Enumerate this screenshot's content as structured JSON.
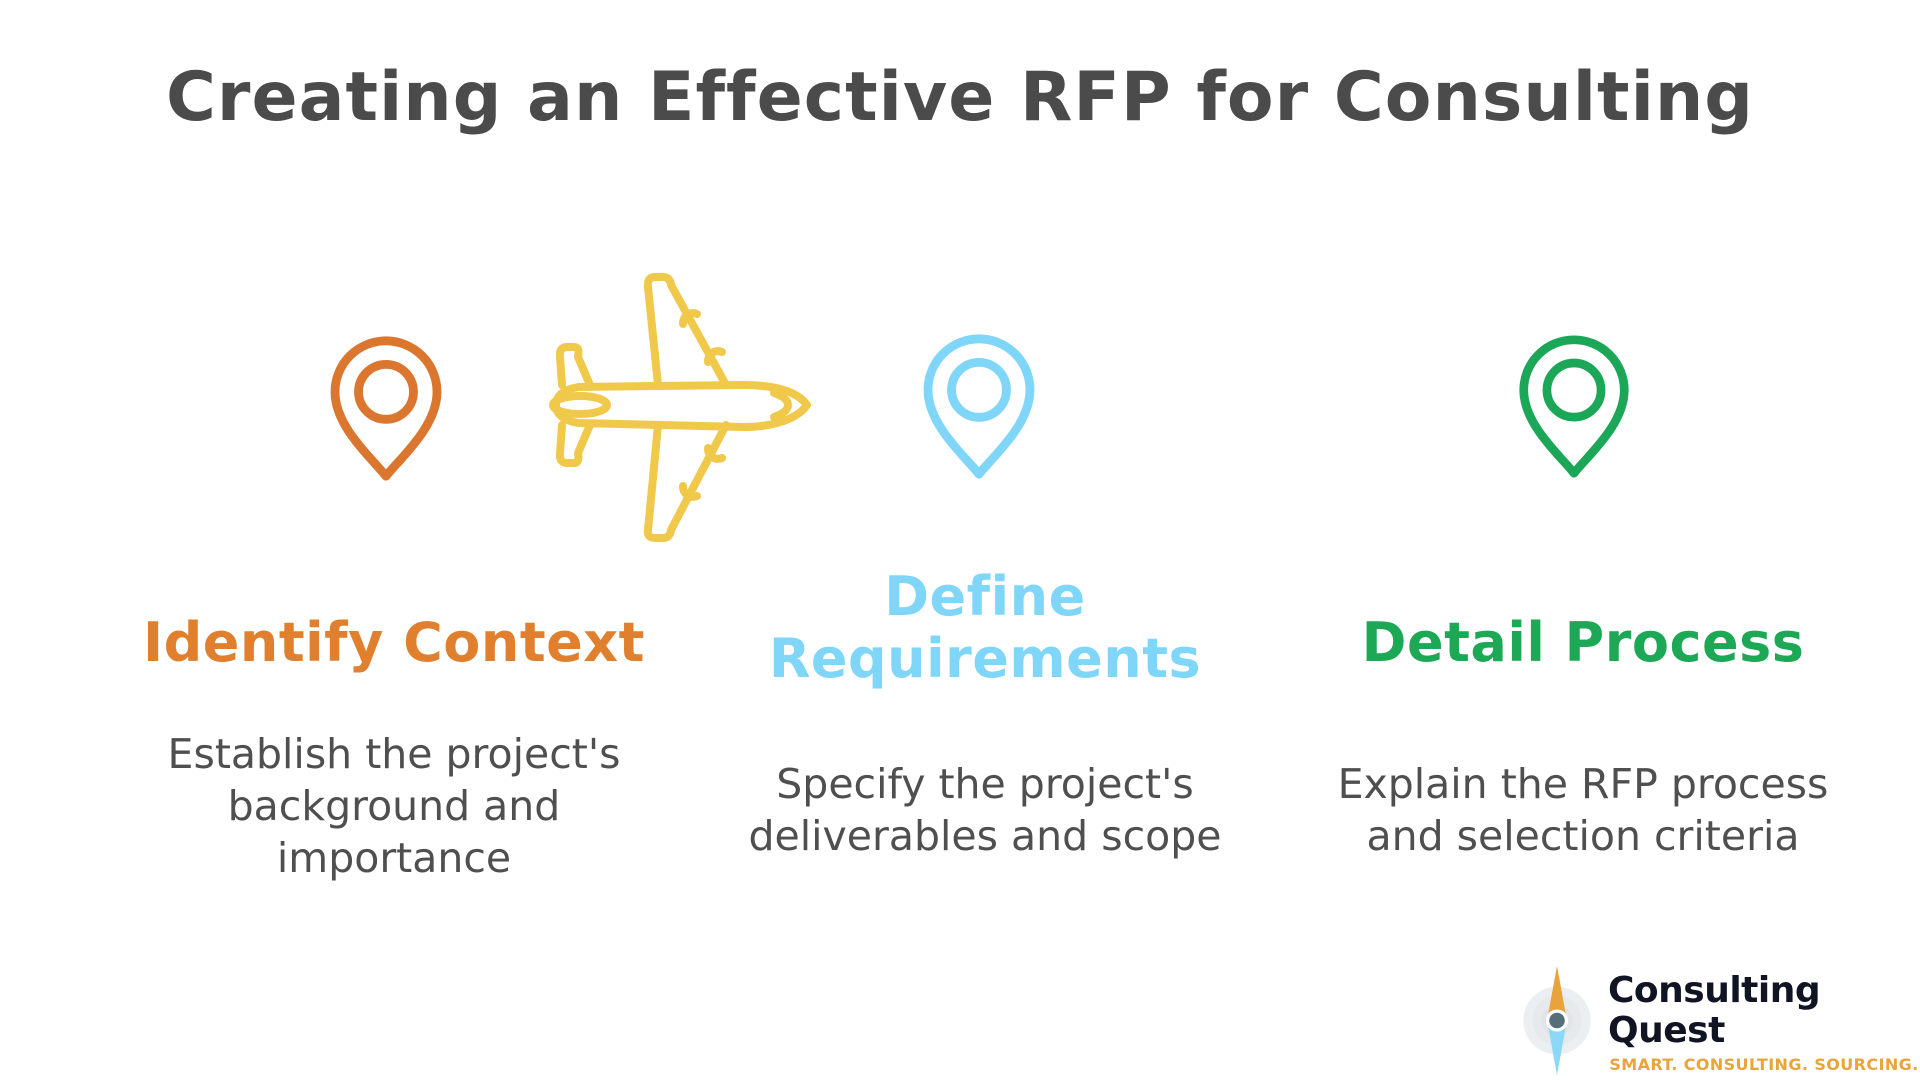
{
  "title": "Creating an Effective RFP for Consulting",
  "colors": {
    "title_text": "#4B4B4B",
    "body_text": "#4F4F4F"
  },
  "steps": [
    {
      "heading": "Identify Context",
      "heading_color": "#E0802F",
      "description": "Establish the project's\nbackground and\nimportance",
      "icon": "map-pin-icon",
      "pin_color": "#DB762F"
    },
    {
      "heading": "Define\nRequirements",
      "heading_color": "#7FD6F8",
      "description": "Specify the project's\ndeliverables and scope",
      "icon": "map-pin-icon",
      "pin_color": "#7FD6F8"
    },
    {
      "heading": "Detail Process",
      "heading_color": "#1CA855",
      "description": "Explain the RFP process\nand selection criteria",
      "icon": "map-pin-icon",
      "pin_color": "#1BA757"
    }
  ],
  "airplane": {
    "icon": "airplane-icon",
    "color": "#F0C84A"
  },
  "logo": {
    "name": "Consulting Quest",
    "tagline": "SMART. CONSULTING. SOURCING.",
    "name_color": "#101423",
    "tagline_color": "#E9A43C",
    "compass_top_color": "#E8A33C",
    "compass_bottom_color": "#8BD9F6",
    "compass_center_color": "#546E7A",
    "compass_ring_color": "#ECEFF1"
  }
}
